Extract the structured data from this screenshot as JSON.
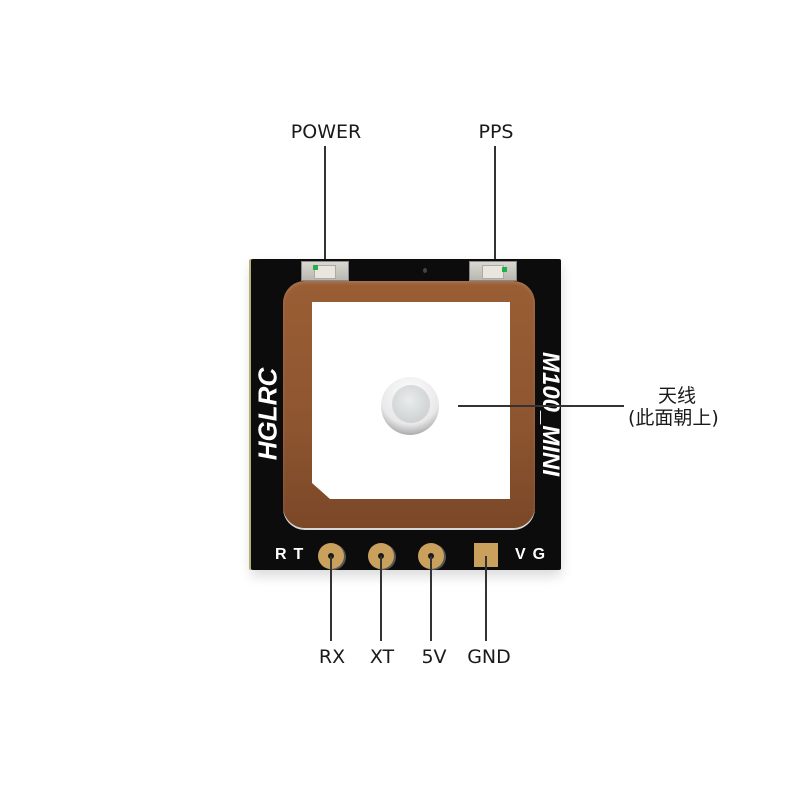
{
  "diagram": {
    "title_left_silkscreen": "HGLRC",
    "title_right_silkscreen": "M100_MINI",
    "top_labels": {
      "power": "POWER",
      "pps": "PPS"
    },
    "antenna_label": {
      "line1": "天线",
      "line2": "(此面朝上)"
    },
    "silkscreen_pins": {
      "left": "RT",
      "right": "VG"
    },
    "bottom_labels": {
      "rx": "RX",
      "tx": "XT",
      "v5": "5V",
      "gnd": "GND"
    },
    "colors": {
      "board": "#0c0c0c",
      "patch_ceramic": "#8d5530",
      "pad_gold": "#c9a15c",
      "led_green": "#22b04b",
      "callout_line": "#333333"
    }
  }
}
